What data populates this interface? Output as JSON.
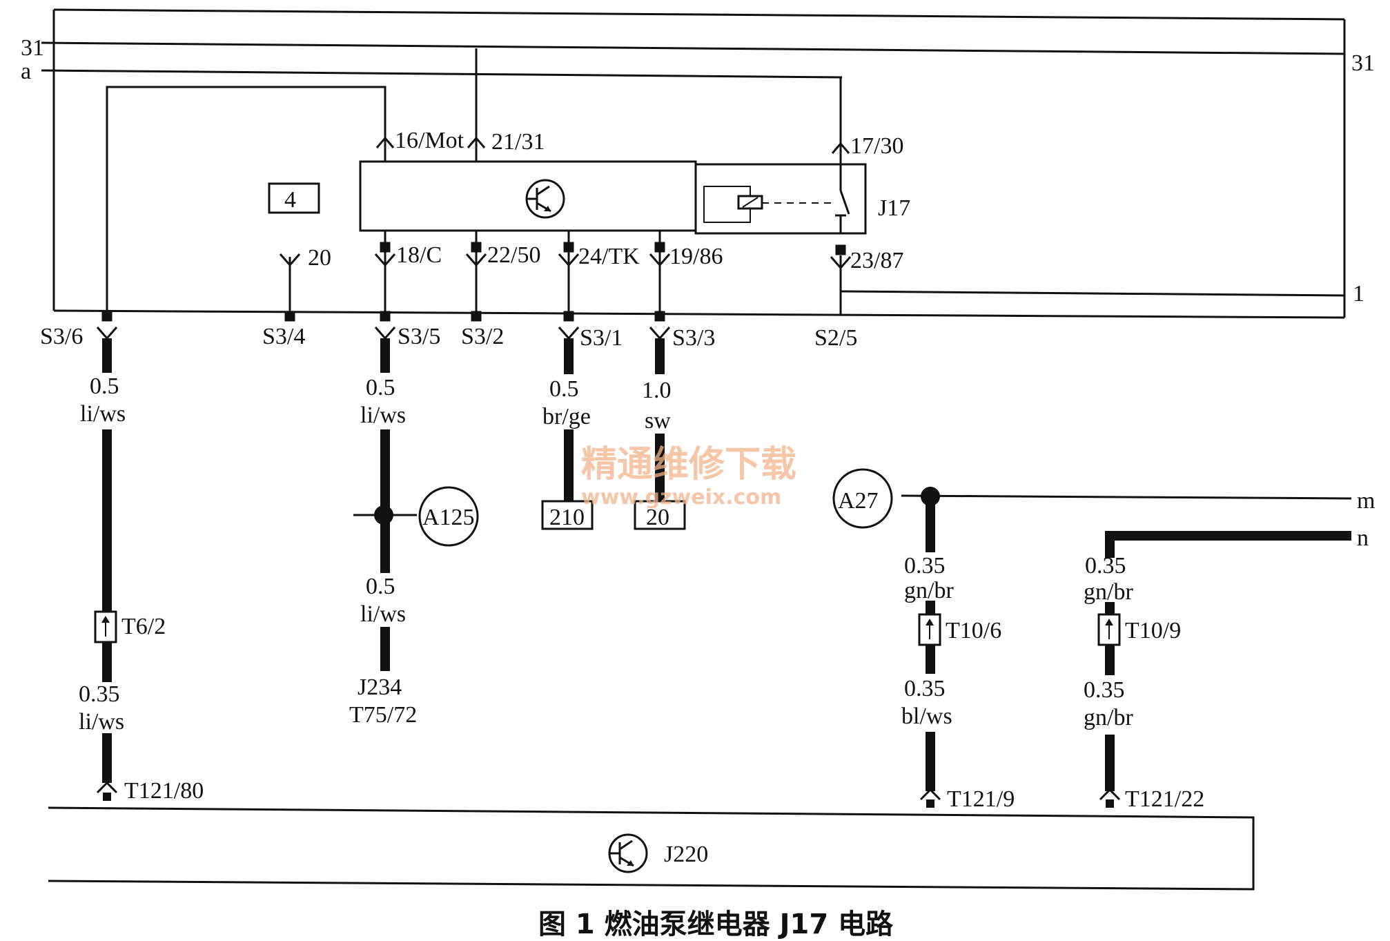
{
  "bus": {
    "left_31": "31",
    "left_a": "a",
    "right_31": "31",
    "right_1": "1",
    "m": "m",
    "n": "n"
  },
  "relay": {
    "name": "J17",
    "box_label": "4",
    "pins_top": [
      "16/Mot",
      "21/31",
      "17/30"
    ],
    "pins_bottom": [
      "18/C",
      "22/50",
      "24/TK",
      "19/86",
      "23/87"
    ],
    "pin_20": "20"
  },
  "connectors": [
    "S3/6",
    "S3/4",
    "S3/5",
    "S3/2",
    "S3/1",
    "S3/3",
    "S2/5"
  ],
  "wires": {
    "w1": {
      "size_a": "0.5",
      "color_a": "li/ws",
      "conn": "T6/2",
      "size_b": "0.35",
      "color_b": "li/ws",
      "end": "T121/80"
    },
    "w2": {
      "size_a": "0.5",
      "color_a": "li/ws",
      "node": "A125",
      "size_b": "0.5",
      "color_b": "li/ws",
      "end_a": "J234",
      "end_b": "T75/72"
    },
    "w3": {
      "size": "0.5",
      "color": "br/ge",
      "box": "210"
    },
    "w4": {
      "size": "1.0",
      "color": "sw",
      "box": "20"
    },
    "w5": {
      "node": "A27",
      "size_a": "0.35",
      "color_a": "gn/br",
      "conn": "T10/6",
      "size_b": "0.35",
      "color_b": "bl/ws",
      "end": "T121/9"
    },
    "w6": {
      "size_a": "0.35",
      "color_a": "gn/br",
      "conn": "T10/9",
      "size_b": "0.35",
      "color_b": "gn/br",
      "end": "T121/22"
    }
  },
  "ecu": {
    "name": "J220"
  },
  "watermark": {
    "line1": "精通维修下载",
    "line2": "www.gzweix.com"
  },
  "caption": "图 1  燃油泵继电器 J17 电路"
}
